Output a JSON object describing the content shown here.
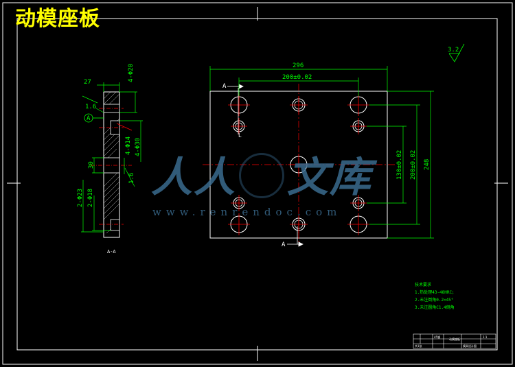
{
  "title": "动模座板",
  "watermark": {
    "cn_part1": "人人",
    "cn_part2": "文库",
    "url": "www.renrendoc.com"
  },
  "dims": {
    "overall_width": "296",
    "hole_spacing": "200±0.02",
    "v_inner": "130±0.02",
    "v_outer": "200±0.02",
    "overall_height": "248",
    "thickness": "27",
    "counterbore": "4-Φ20",
    "chamfer_top": "1.6",
    "chamfer_side": "1.6",
    "hole14": "4-Φ14",
    "hole30": "4-Φ30",
    "dim30": "30",
    "hole23": "2-Φ23",
    "hole18": "2-Φ18",
    "roughness": "3.2",
    "datum": "A"
  },
  "section": {
    "mark_left": "A",
    "mark_right": "A",
    "side_label": "A-A",
    "side_letter": "L"
  },
  "notes": [
    "技术要求",
    "1.热处理43-48HRC；",
    "2.未注倒角0.2×45°",
    "3.未注圆角C1.4倒角"
  ],
  "title_block": {
    "material": "45钢",
    "name": "动模座板",
    "scale": "1:1",
    "drawing_no": "模具设计图",
    "sheet": "共1张"
  },
  "colors": {
    "border": "#ffffff",
    "dim": "#00ff00",
    "center": "#ff0000",
    "hole": "#ffffff",
    "title": "#ffff00"
  }
}
